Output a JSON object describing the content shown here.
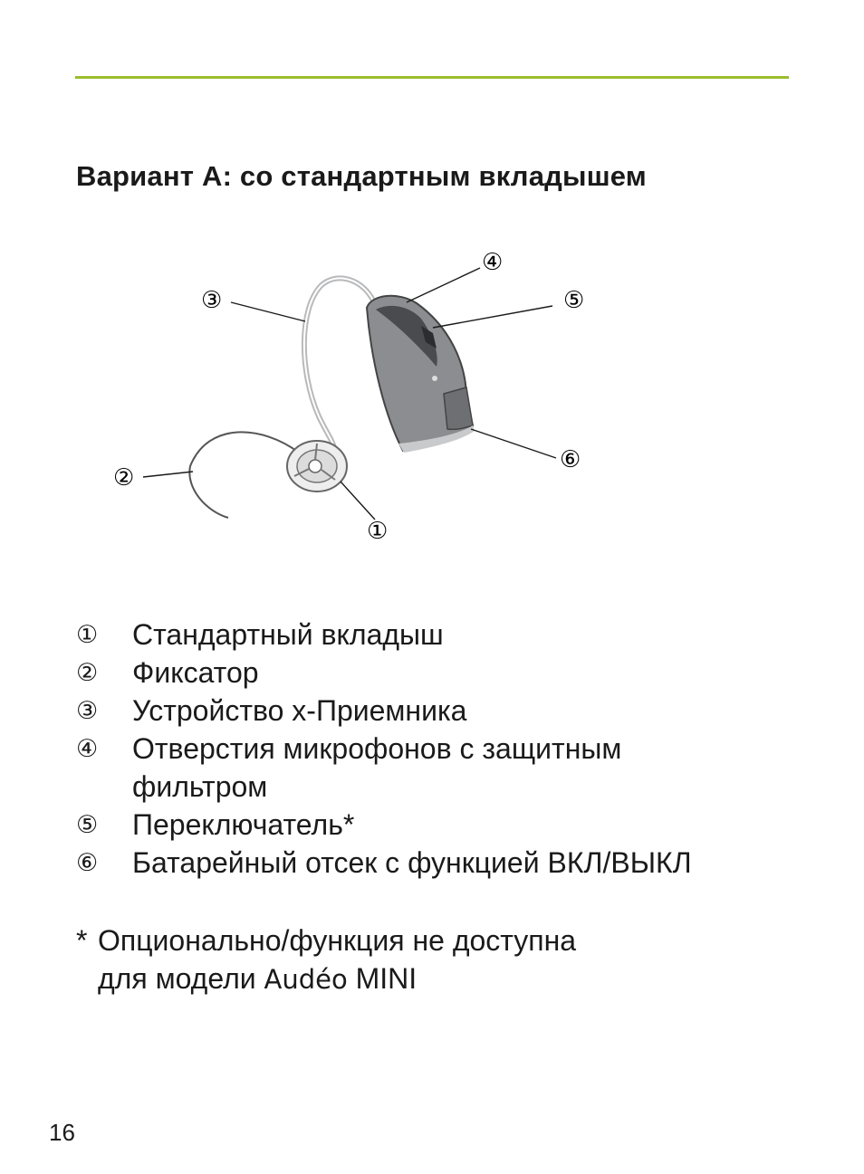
{
  "colors": {
    "rule": "#9bbd2e",
    "device_body": "#8c8d90",
    "device_dark": "#4a4b4e",
    "line": "#1a1a1a"
  },
  "heading": "Вариант A: со стандартным вкладышем",
  "figure": {
    "callouts": [
      {
        "id": "1",
        "glyph": "①"
      },
      {
        "id": "2",
        "glyph": "②"
      },
      {
        "id": "3",
        "glyph": "③"
      },
      {
        "id": "4",
        "glyph": "④"
      },
      {
        "id": "5",
        "glyph": "⑤"
      },
      {
        "id": "6",
        "glyph": "⑥"
      }
    ]
  },
  "legend": [
    {
      "num": "①",
      "text": "Стандартный вкладыш"
    },
    {
      "num": "②",
      "text": "Фиксатор"
    },
    {
      "num": "③",
      "text": "Устройство x-Приемника"
    },
    {
      "num": "④",
      "text": "Отверстия микрофонов с защитным фильтром"
    },
    {
      "num": "⑤",
      "text": "Переключатель*"
    },
    {
      "num": "⑥",
      "text": "Батарейный отсек с функцией ВКЛ/ВЫКЛ"
    }
  ],
  "footnote": {
    "star": "*",
    "line1": "Опционально/функция не доступна",
    "line2_prefix": "для модели",
    "brand": "Audéo",
    "model": "MINI"
  },
  "page_number": "16"
}
